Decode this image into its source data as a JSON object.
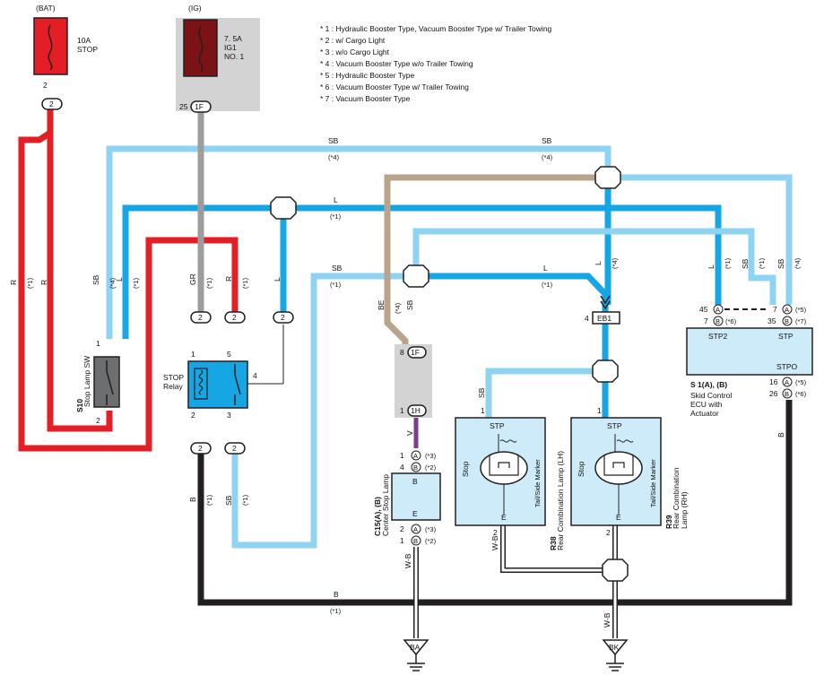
{
  "colors": {
    "red": "#e31e24",
    "gray": "#9d9d9d",
    "light_blue": "#8fd3f3",
    "blue": "#16a6e3",
    "tan": "#b7a48b",
    "black": "#231f20",
    "purple": "#7a3e91",
    "box_fill": "#cdebf8",
    "fuse_dark": "#7b1216",
    "fuse_red": "#e31e24"
  },
  "notes": [
    "* 1 : Hydraulic Booster Type,  Vacuum Booster Type w/ Trailer Towing",
    "* 2 : w/ Cargo Light",
    "* 3 : w/o Cargo Light",
    "* 4 : Vacuum Booster Type w/o Trailer Towing",
    "* 5 : Hydraulic Booster Type",
    "* 6 : Vacuum Booster Type w/ Trailer Towing",
    "* 7 : Vacuum Booster Type"
  ],
  "fuses": {
    "bat": {
      "source": "(BAT)",
      "rating": "10A",
      "name": "STOP",
      "pin": "2",
      "connector": "2"
    },
    "ig": {
      "source": "(IG)",
      "rating": "7. 5A",
      "name1": "IG1",
      "name2": "NO. 1",
      "pin": "25",
      "connector": "1F"
    }
  },
  "stop_lamp_sw": {
    "code": "S10",
    "name": "Stop Lamp SW",
    "pin_top": "1",
    "pin_bottom": "2"
  },
  "stop_relay": {
    "name1": "STOP",
    "name2": "Relay",
    "pin1": "1",
    "pin5": "5",
    "pin4": "4",
    "pin2": "2",
    "pin3": "3",
    "conn_in": [
      "2",
      "2",
      "2"
    ],
    "conn_out": [
      "2",
      "2"
    ]
  },
  "center_stop": {
    "code": "C15(A), (B)",
    "name": "Center Stop Lamp",
    "top_label": "B",
    "bottom_label": "E",
    "pins_top": [
      "1",
      "4"
    ],
    "pins_bottom": [
      "2",
      "1"
    ],
    "circles_top": [
      "A",
      "B"
    ],
    "circles_bottom": [
      "A",
      "B"
    ],
    "notes_top": [
      "(*3)",
      "(*2)"
    ],
    "notes_bottom": [
      "(*3)",
      "(*2)"
    ]
  },
  "junction_1f": {
    "pin_top": "8",
    "conn_top": "1F",
    "pin_bottom": "1",
    "conn_bottom": "1H"
  },
  "lamp_lh": {
    "code": "R38",
    "name": "Rear Combination Lamp (LH)",
    "stp": "STP",
    "e": "E",
    "stop": "Stop",
    "tail": "Tail/Side Marker",
    "pin_top": "1",
    "pin_bottom": "2"
  },
  "lamp_rh": {
    "code": "R39",
    "name1": "Rear Combination",
    "name2": "Lamp (RH)",
    "stp": "STP",
    "e": "E",
    "stop": "Stop",
    "tail": "Tail/Side Marker",
    "pin_top": "1",
    "pin_bottom": "2"
  },
  "eb1": {
    "pin": "4",
    "name": "EB1"
  },
  "ecu": {
    "code": "S 1(A), (B)",
    "name1": "Skid Control",
    "name2": "ECU with",
    "name3": "Actuator",
    "stp2": "STP2",
    "stp": "STP",
    "stpo": "STPO",
    "pins_left": [
      {
        "pin": "45",
        "circ": "A"
      },
      {
        "pin": "7",
        "circ": "B",
        "note": "(*6)"
      }
    ],
    "pins_right": [
      {
        "pin": "7",
        "circ": "A",
        "note": "(*5)"
      },
      {
        "pin": "35",
        "circ": "B",
        "note": "(*7)"
      }
    ],
    "pins_bottom": [
      {
        "pin": "16",
        "circ": "A",
        "note": "(*5)"
      },
      {
        "pin": "26",
        "circ": "B",
        "note": "(*6)"
      }
    ]
  },
  "grounds": {
    "ba": "BA",
    "bk": "BK"
  },
  "wire_labels": {
    "r": "R",
    "gr": "GR",
    "sb": "SB",
    "l": "L",
    "be": "BE",
    "b": "B",
    "v": "V",
    "wb": "W-B",
    "n1": "(*1)",
    "n4": "(*4)"
  }
}
